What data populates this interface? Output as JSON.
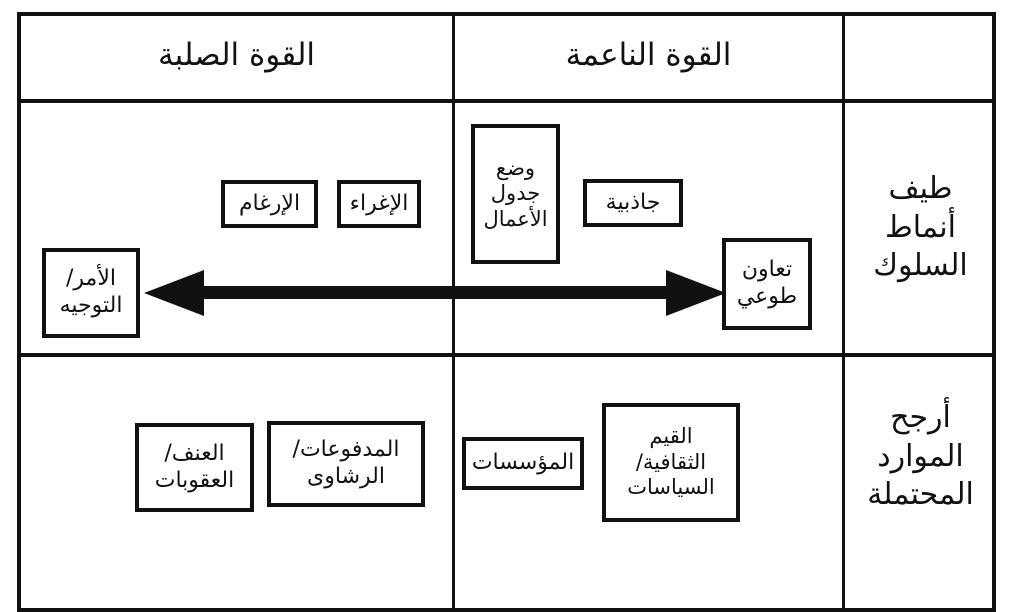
{
  "diagram": {
    "title_implicit": "طيف أنماط السلوك للقوة الناعمة والقوة الصلبة",
    "columns": {
      "hard_power": "القوة الصلبة",
      "soft_power": "القوة الناعمة",
      "corner": ""
    },
    "rows": [
      {
        "label_lines": [
          "طيف",
          "أنماط",
          "السلوك"
        ],
        "label_full": "طيف أنماط السلوك"
      },
      {
        "label_lines": [
          "أرجح",
          "الموارد",
          "المحتملة"
        ],
        "label_full": "أرجح الموارد المحتملة"
      }
    ],
    "nodes": {
      "command": {
        "lines": [
          "الأمر/",
          "التوجيه"
        ]
      },
      "coercion": {
        "lines": [
          "الإرغام"
        ]
      },
      "inducement": {
        "lines": [
          "الإغراء"
        ]
      },
      "agenda": {
        "lines": [
          "وضع",
          "جدول",
          "الأعمال"
        ]
      },
      "attraction": {
        "lines": [
          "جاذبية"
        ]
      },
      "cooperation": {
        "lines": [
          "تعاون",
          "طوعي"
        ]
      },
      "force": {
        "lines": [
          "العنف/",
          "العقوبات"
        ]
      },
      "payments": {
        "lines": [
          "المدفوعات/",
          "الرشاوى"
        ]
      },
      "institutions": {
        "lines": [
          "المؤسسات"
        ]
      },
      "values": {
        "lines": [
          "القيم",
          "الثقافية/",
          "السياسات"
        ]
      }
    },
    "arrow": {
      "name": "double-headed-spectrum-arrow",
      "direction": "bidirectional",
      "left_points_to": "الأمر/ التوجيه",
      "right_points_to": "تعاون طوعي"
    },
    "colors": {
      "ink": "#111111",
      "paper": "#ffffff"
    }
  }
}
